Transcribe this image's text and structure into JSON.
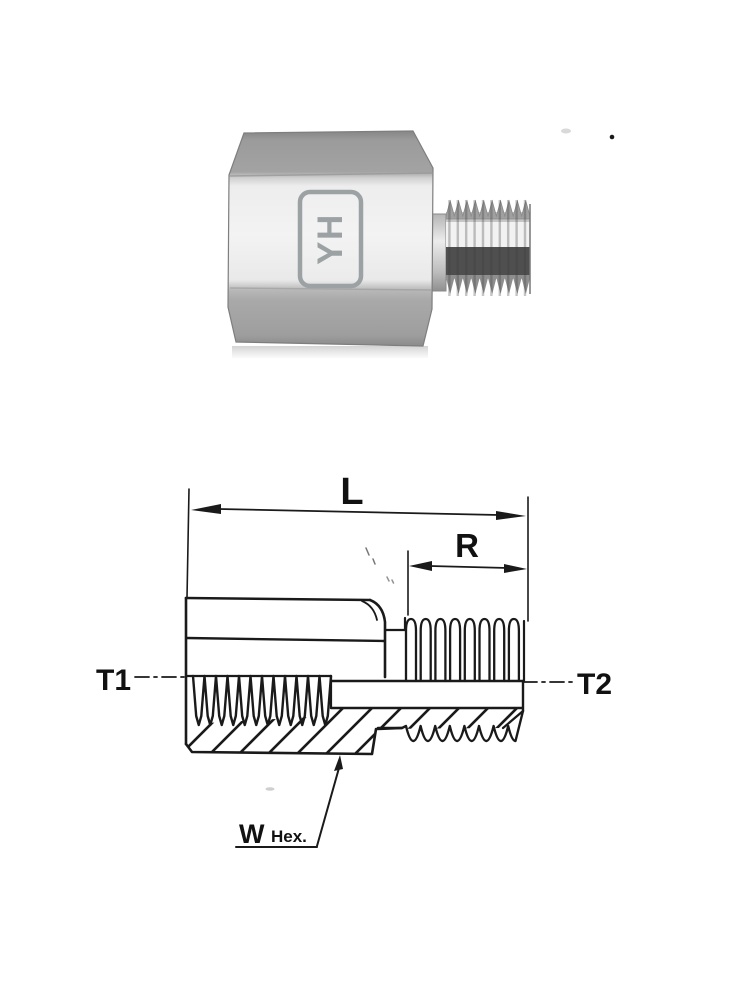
{
  "product_photo": {
    "logo_text": "YH"
  },
  "technical_drawing": {
    "overall_length_label": "L",
    "male_thread_length_label": "R",
    "female_port_label": "T1",
    "male_port_label": "T2",
    "wrench_size_label": "W",
    "wrench_size_suffix": "Hex."
  },
  "colors": {
    "background": "#ffffff",
    "line_black": "#1a1a1a",
    "photo_hex_gray": "#a3a3a3",
    "photo_highlight": "#f2f2f2",
    "photo_dark_band": "#4f4f4f",
    "logo_gray": "#9ca2a4"
  }
}
